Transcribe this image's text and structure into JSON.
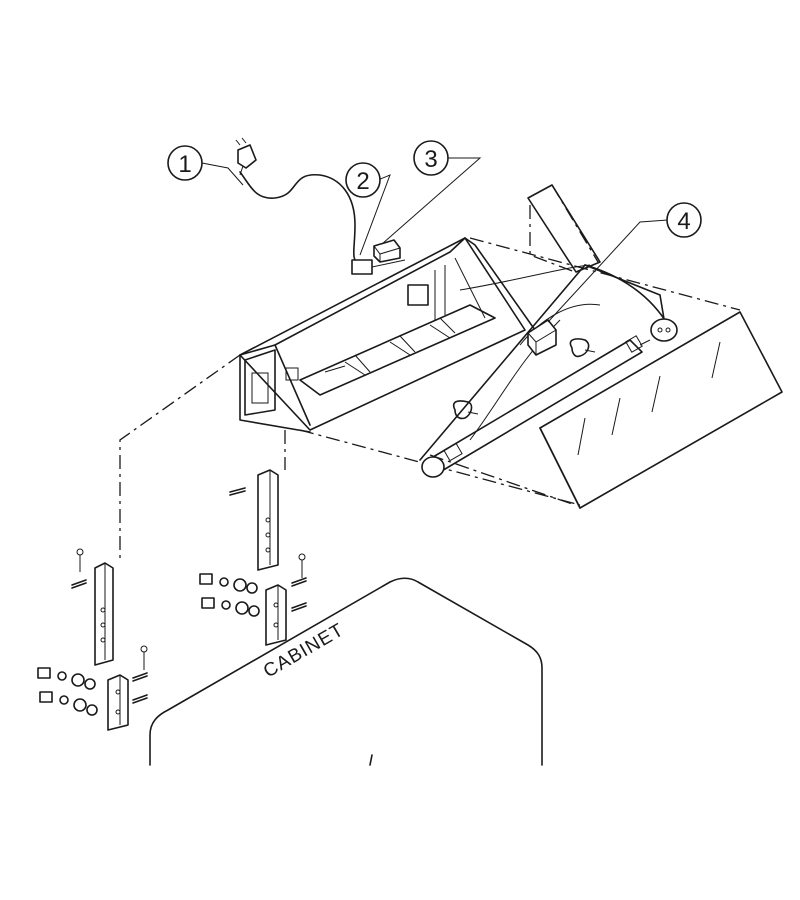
{
  "callouts": [
    {
      "number": "1"
    },
    {
      "number": "2"
    },
    {
      "number": "3"
    },
    {
      "number": "4"
    }
  ],
  "cabinet": {
    "label": "CABINET"
  },
  "colors": {
    "line": "#1a1a1a",
    "background": "#ffffff"
  }
}
